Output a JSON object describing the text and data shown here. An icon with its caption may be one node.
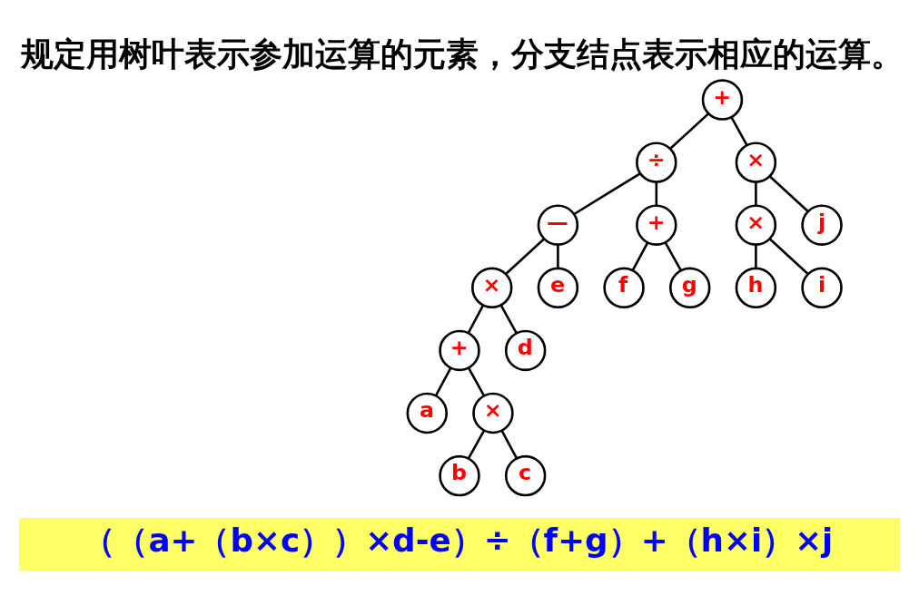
{
  "diagram": {
    "title": "规定用树叶表示参加运算的元素，分支结点表示相应的运算。",
    "caption": "（（a+（b×c））×d-e）÷（f+g）+（h×i）×j",
    "nodes": [
      {
        "text": [
          "+"
        ]
      },
      {
        "text": [
          "÷"
        ]
      },
      {
        "text": [
          "×"
        ]
      },
      {
        "text": [
          "—"
        ]
      },
      {
        "text": [
          "+"
        ]
      },
      {
        "text": [
          "×"
        ]
      },
      {
        "text": [
          "j"
        ]
      },
      {
        "text": [
          "×"
        ]
      },
      {
        "text": [
          "e"
        ]
      },
      {
        "text": [
          "f"
        ]
      },
      {
        "text": [
          "g"
        ]
      },
      {
        "text": [
          "h"
        ]
      },
      {
        "text": [
          "i"
        ]
      },
      {
        "text": [
          "+"
        ]
      },
      {
        "text": [
          "d"
        ]
      },
      {
        "text": [
          "a"
        ]
      },
      {
        "text": [
          "×"
        ]
      },
      {
        "text": [
          "b"
        ]
      },
      {
        "text": [
          "c"
        ]
      }
    ],
    "edges": [
      {
        "from": 0,
        "to": 1,
        "arrow": "none"
      },
      {
        "from": 0,
        "to": 2,
        "arrow": "none"
      },
      {
        "from": 1,
        "to": 3,
        "arrow": "none"
      },
      {
        "from": 1,
        "to": 4,
        "arrow": "none"
      },
      {
        "from": 2,
        "to": 5,
        "arrow": "none"
      },
      {
        "from": 2,
        "to": 6,
        "arrow": "none"
      },
      {
        "from": 3,
        "to": 7,
        "arrow": "none"
      },
      {
        "from": 3,
        "to": 8,
        "arrow": "none"
      },
      {
        "from": 4,
        "to": 9,
        "arrow": "none"
      },
      {
        "from": 4,
        "to": 10,
        "arrow": "none"
      },
      {
        "from": 5,
        "to": 11,
        "arrow": "none"
      },
      {
        "from": 5,
        "to": 12,
        "arrow": "none"
      },
      {
        "from": 7,
        "to": 13,
        "arrow": "none"
      },
      {
        "from": 7,
        "to": 14,
        "arrow": "none"
      },
      {
        "from": 13,
        "to": 15,
        "arrow": "none"
      },
      {
        "from": 13,
        "to": 16,
        "arrow": "none"
      },
      {
        "from": 16,
        "to": 17,
        "arrow": "none"
      },
      {
        "from": 16,
        "to": 18,
        "arrow": "none"
      }
    ]
  }
}
